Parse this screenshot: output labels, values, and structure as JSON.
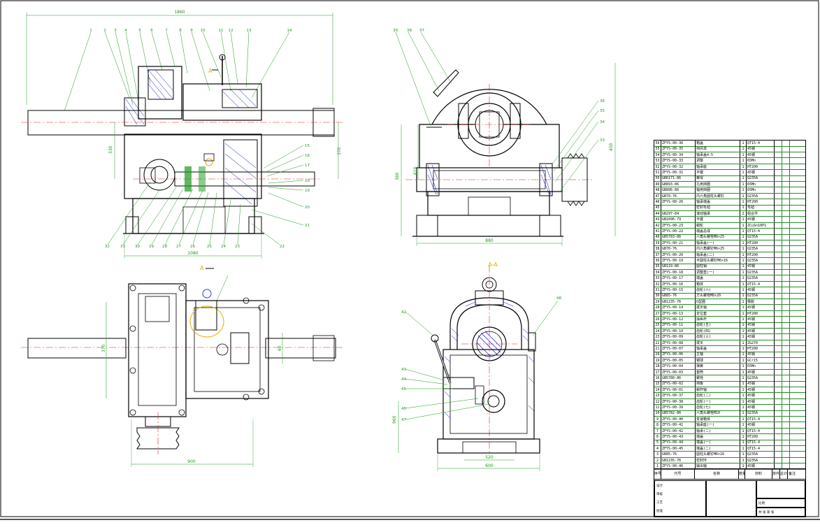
{
  "section_label": "A-A",
  "section_mark": "A",
  "dimensions": {
    "total_width": "1860",
    "base_width": "1080",
    "side_width": "880",
    "side_height": "450",
    "side_lower": "380",
    "side_base": "618",
    "top_width": "900",
    "top_height": "370",
    "aa_base": "600",
    "aa_height": "960",
    "aa_left": "520",
    "h1": "330",
    "h2": "60",
    "h3": "370"
  },
  "balloons_top": [
    "1",
    "2",
    "3",
    "4",
    "5",
    "6",
    "7",
    "8",
    "9",
    "10",
    "11",
    "12",
    "13",
    "14"
  ],
  "balloons_bottom": [
    "32",
    "31",
    "30",
    "29",
    "28",
    "27",
    "26",
    "25",
    "24",
    "23",
    "22"
  ],
  "balloons_right": [
    "15",
    "16",
    "17",
    "18",
    "19",
    "20",
    "21"
  ],
  "balloons_side": [
    "39",
    "38",
    "37",
    "36",
    "35",
    "34",
    "33"
  ],
  "balloons_aa": [
    "42",
    "43",
    "44",
    "45",
    "46",
    "47",
    "48"
  ],
  "bom_columns": {
    "no": "序号",
    "code": "代号",
    "name": "名称",
    "qty": "数量",
    "mat": "材料",
    "unit": "单件",
    "total": "总计",
    "note": "备注"
  },
  "bom_rows": [
    {
      "no": "56",
      "code": "ZFYS-00-36",
      "name": "箱盖",
      "qty": "1",
      "mat": "QT15-4"
    },
    {
      "no": "55",
      "code": "ZFYS-00-35",
      "name": "挡风罩",
      "qty": "1",
      "mat": "45钢"
    },
    {
      "no": "54",
      "code": "ZFYS-00-34",
      "name": "轴承盖4-5",
      "qty": "1",
      "mat": "45钢"
    },
    {
      "no": "53",
      "code": "ZFYS-00-33",
      "name": "调整",
      "qty": "1",
      "mat": "65Mn"
    },
    {
      "no": "52",
      "code": "ZFYS-00-32",
      "name": "轴承座",
      "qty": "1",
      "mat": "HT200"
    },
    {
      "no": "51",
      "code": "ZFYS-00-31",
      "name": "平键",
      "qty": "1",
      "mat": "45钢"
    },
    {
      "no": "50",
      "code": "GB6171-86",
      "name": "螺母",
      "qty": "1",
      "mat": "Q235A"
    },
    {
      "no": "49",
      "code": "GB893-86",
      "name": "孔用挡圈",
      "qty": "1",
      "mat": "65Mn"
    },
    {
      "no": "48",
      "code": "GB896-86",
      "name": "轴用挡圈",
      "qty": "1",
      "mat": "65Mn"
    },
    {
      "no": "47",
      "code": "GB70-76",
      "name": "内六角圆柱头螺钉",
      "qty": "1",
      "mat": "Q235A"
    },
    {
      "no": "46",
      "code": "ZFYS-00-26",
      "name": "轴承端盖",
      "qty": "1",
      "mat": "HT200"
    },
    {
      "no": "45",
      "code": "",
      "name": "密封毛毡",
      "qty": "1",
      "mat": "毛毡"
    },
    {
      "no": "44",
      "code": "GB297-84",
      "name": "滚动轴承",
      "qty": "2",
      "mat": "组合件"
    },
    {
      "no": "43",
      "code": "GB1096-79",
      "name": "平键",
      "qty": "1",
      "mat": "45钢"
    },
    {
      "no": "42",
      "code": "ZFYS-00-23",
      "name": "蜗轮",
      "qty": "1",
      "mat": "ZCuSn10P1"
    },
    {
      "no": "41",
      "code": "ZFYS-00-22",
      "name": "端盖总成",
      "qty": "1",
      "mat": "QT15-4"
    },
    {
      "no": "40",
      "code": "GB5783-86",
      "name": "六角头螺栓M8×25",
      "qty": "1",
      "mat": "Q235A"
    },
    {
      "no": "39",
      "code": "ZFYS-00-21",
      "name": "轴承盖(一)",
      "qty": "1",
      "mat": "HT200"
    },
    {
      "no": "38",
      "code": "GB70-76",
      "name": "内六角螺钉M6×25",
      "qty": "1",
      "mat": "Q235A"
    },
    {
      "no": "37",
      "code": "ZFYS-00-20",
      "name": "轴承盖(二)",
      "qty": "1",
      "mat": "HT200"
    },
    {
      "no": "36",
      "code": "ZFYS-00-19",
      "name": "平圆柱头螺钉M6×16",
      "qty": "1",
      "mat": "Q235A"
    },
    {
      "no": "35",
      "code": "GB119-86",
      "name": "圆柱销",
      "qty": "1",
      "mat": "45钢"
    },
    {
      "no": "34",
      "code": "ZFYS-00-18",
      "name": "调整垫(一)",
      "qty": "1",
      "mat": "Q235A"
    },
    {
      "no": "33",
      "code": "ZFYS-00-17",
      "name": "端盖",
      "qty": "1",
      "mat": "Q235A"
    },
    {
      "no": "32",
      "code": "ZFYS-00-16",
      "name": "箱体",
      "qty": "1",
      "mat": "QT15-4"
    },
    {
      "no": "31",
      "code": "ZFYS-00-15",
      "name": "齿轮(六)",
      "qty": "1",
      "mat": "45钢"
    },
    {
      "no": "30",
      "code": "GB85-76",
      "name": "方头螺栓M8×20",
      "qty": "1",
      "mat": "Q235A"
    },
    {
      "no": "29",
      "code": "GB1235-76",
      "name": "O型圈",
      "qty": "1",
      "mat": "橡胶"
    },
    {
      "no": "28",
      "code": "ZFYS-00-14",
      "name": "拨叉轴",
      "qty": "1",
      "mat": "45钢"
    },
    {
      "no": "27",
      "code": "ZFYS-00-13",
      "name": "定位套",
      "qty": "1",
      "mat": "HT200"
    },
    {
      "no": "26",
      "code": "ZFYS-00-12",
      "name": "操纵杆",
      "qty": "1",
      "mat": "45钢"
    },
    {
      "no": "25",
      "code": "ZFYS-00-11",
      "name": "齿轮(五)",
      "qty": "1",
      "mat": "45钢"
    },
    {
      "no": "24",
      "code": "ZFYS-00-10",
      "name": "齿轮(四)",
      "qty": "1",
      "mat": "45钢"
    },
    {
      "no": "23",
      "code": "ZFYS-00-09",
      "name": "齿轮(三)",
      "qty": "1",
      "mat": "45钢"
    },
    {
      "no": "22",
      "code": "ZFYS-00-08",
      "name": "拨叉",
      "qty": "1",
      "mat": "ZG270"
    },
    {
      "no": "21",
      "code": "ZFYS-00-07",
      "name": "轴承盖",
      "qty": "1",
      "mat": "HT200"
    },
    {
      "no": "20",
      "code": "ZFYS-00-06",
      "name": "主轴",
      "qty": "1",
      "mat": "45钢"
    },
    {
      "no": "19",
      "code": "ZFYS-00-05",
      "name": "钢球",
      "qty": "1",
      "mat": "GCr15"
    },
    {
      "no": "18",
      "code": "ZFYS-00-04",
      "name": "弹簧",
      "qty": "1",
      "mat": "65Mn"
    },
    {
      "no": "17",
      "code": "ZFYS-00-03",
      "name": "套筒",
      "qty": "1",
      "mat": "45钢"
    },
    {
      "no": "16",
      "code": "GB5780-86",
      "name": "螺栓",
      "qty": "1",
      "mat": "Q235A"
    },
    {
      "no": "15",
      "code": "ZFYS-00-02",
      "name": "挡板",
      "qty": "1",
      "mat": "45钢"
    },
    {
      "no": "14",
      "code": "ZFYS-00-01",
      "name": "蜗杆轴",
      "qty": "1",
      "mat": "45钢"
    },
    {
      "no": "13",
      "code": "ZFYS-00-37",
      "name": "齿轮(二)",
      "qty": "1",
      "mat": "45钢"
    },
    {
      "no": "12",
      "code": "ZFYS-00-38",
      "name": "齿轮(一)",
      "qty": "1",
      "mat": "45钢"
    },
    {
      "no": "11",
      "code": "ZFYS-00-39",
      "name": "齿轮(七)",
      "qty": "1",
      "mat": "45钢"
    },
    {
      "no": "10",
      "code": "GB5782-86",
      "name": "六角头螺栓M10",
      "qty": "1",
      "mat": "Q235A"
    },
    {
      "no": "9",
      "code": "ZFYS-00-40",
      "name": "变速箱体",
      "qty": "1",
      "mat": "QT15-4"
    },
    {
      "no": "8",
      "code": "ZFYS-00-41",
      "name": "轴承座(一)",
      "qty": "1",
      "mat": "45钢"
    },
    {
      "no": "7",
      "code": "ZFYS-00-42",
      "name": "轴承(二)",
      "qty": "1",
      "mat": "QT15-4"
    },
    {
      "no": "6",
      "code": "ZFYS-00-43",
      "name": "端盖",
      "qty": "1",
      "mat": "HT200"
    },
    {
      "no": "5",
      "code": "ZFYS-00-44",
      "name": "端盖(一)",
      "qty": "1",
      "mat": "QT15-4"
    },
    {
      "no": "4",
      "code": "ZFYS-00-45",
      "name": "端盖(二)",
      "qty": "1",
      "mat": "QT15-4"
    },
    {
      "no": "3",
      "code": "GB85-76",
      "name": "圆柱头螺钉M6×16",
      "qty": "1",
      "mat": "Q235A"
    },
    {
      "no": "2",
      "code": "GB1235-76",
      "name": "密封环",
      "qty": "1",
      "mat": "Q235A"
    },
    {
      "no": "1",
      "code": "ZFYS-00-46",
      "name": "输出轴",
      "qty": "1",
      "mat": "45钢"
    }
  ],
  "title_block": {
    "designer": "设计",
    "checker": "审核",
    "process": "工艺",
    "approve": "批准",
    "scale": "比例",
    "sheet": "共 张 第 张"
  },
  "colors": {
    "outline": "#000000",
    "centerline": "#e02020",
    "dimension": "#1b9a1b",
    "hatch": "#0000cc",
    "hidden": "#e0b000",
    "part": "#2a3ad0"
  }
}
